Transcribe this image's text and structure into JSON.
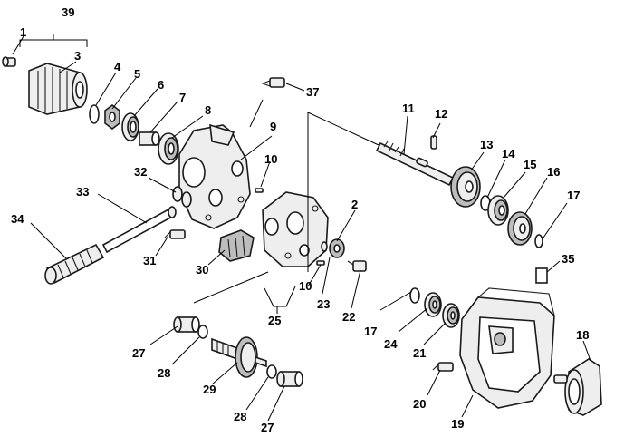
{
  "callouts": {
    "c1": "1",
    "c2": "2",
    "c3": "3",
    "c4": "4",
    "c5": "5",
    "c6": "6",
    "c7": "7",
    "c8": "8",
    "c9": "9",
    "c10a": "10",
    "c10b": "10",
    "c11": "11",
    "c12": "12",
    "c13": "13",
    "c14": "14",
    "c15": "15",
    "c16": "16",
    "c17a": "17",
    "c17b": "17",
    "c18": "18",
    "c19": "19",
    "c20": "20",
    "c21": "21",
    "c22": "22",
    "c23": "23",
    "c24": "24",
    "c25": "25",
    "c27a": "27",
    "c27b": "27",
    "c28a": "28",
    "c28b": "28",
    "c29": "29",
    "c30": "30",
    "c31": "31",
    "c32": "32",
    "c33": "33",
    "c34": "34",
    "c35": "35",
    "c37": "37",
    "c39": "39"
  }
}
